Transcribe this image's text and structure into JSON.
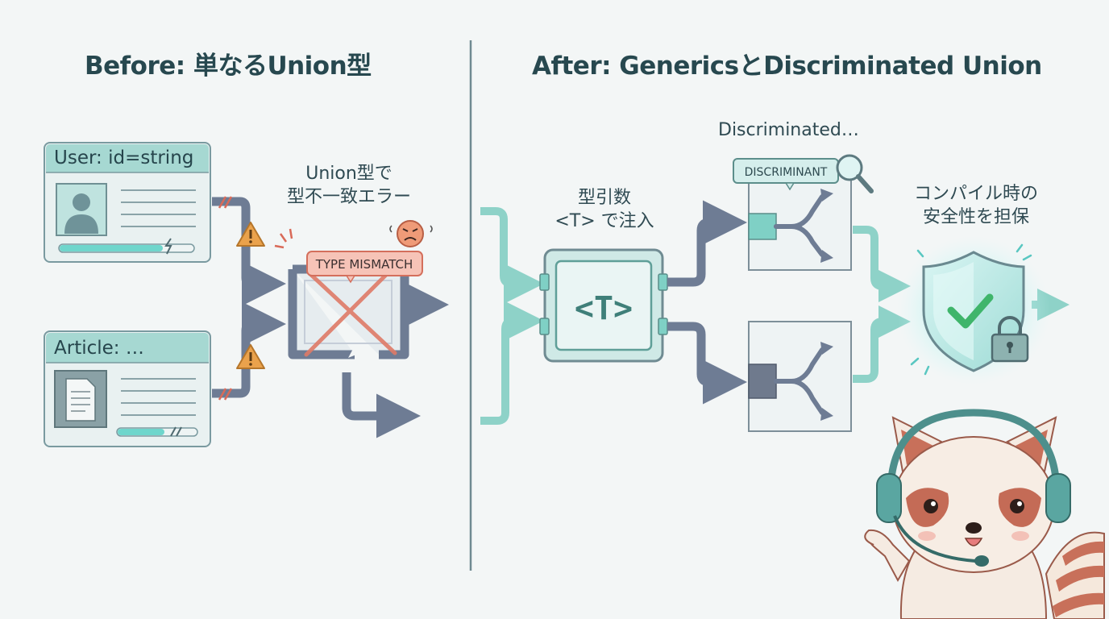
{
  "before": {
    "title": "Before: 単なるUnion型",
    "user_card_label": "User: id=string",
    "article_card_label": "Article: …",
    "error_line1": "Union型で",
    "error_line2": "型不一致エラー",
    "badge": "TYPE MISMATCH"
  },
  "after": {
    "title": "After: GenericsとDiscriminated Union",
    "generic_line1": "型引数",
    "generic_line2": "<T> で注入",
    "generic_symbol": "<T>",
    "discriminated_label": "Discriminated…",
    "discriminant_tag": "DISCRIMINANT",
    "safety_line1": "コンパイル時の",
    "safety_line2": "安全性を担保"
  },
  "colors": {
    "background": "#f3f6f6",
    "teal": "#7fc9c0",
    "teal_dark": "#4f9c95",
    "slate": "#6e7c94",
    "error_red": "#e0735f",
    "warning_orange": "#e8a04a",
    "check_green": "#3fb56b"
  }
}
